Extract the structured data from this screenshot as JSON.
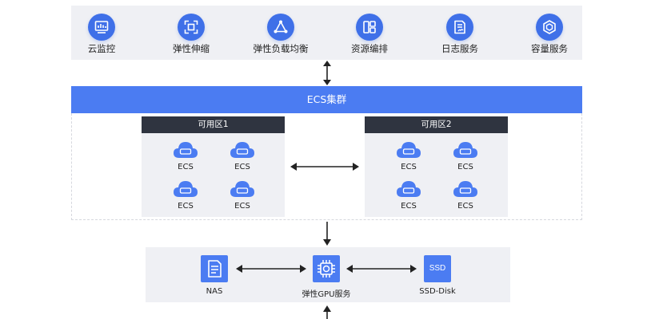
{
  "services": [
    {
      "label": "云监控",
      "icon": "monitor-chart-icon"
    },
    {
      "label": "弹性伸缩",
      "icon": "scale-expand-icon"
    },
    {
      "label": "弹性负载均衡",
      "icon": "load-balance-icon"
    },
    {
      "label": "资源编排",
      "icon": "resource-layout-icon"
    },
    {
      "label": "日志服务",
      "icon": "log-document-icon"
    },
    {
      "label": "容量服务",
      "icon": "capacity-cube-icon"
    }
  ],
  "cluster": {
    "title": "ECS集群"
  },
  "zones": [
    {
      "title": "可用区1",
      "instances": [
        "ECS",
        "ECS",
        "ECS",
        "ECS"
      ]
    },
    {
      "title": "可用区2",
      "instances": [
        "ECS",
        "ECS",
        "ECS",
        "ECS"
      ]
    }
  ],
  "storage": {
    "nas": {
      "label": "NAS",
      "icon": "document-icon"
    },
    "gpu": {
      "label": "弹性GPU服务",
      "icon": "gpu-chip-icon"
    },
    "ssd": {
      "label": "SSD-Disk",
      "icon_text": "SSD",
      "icon": "ssd-icon"
    }
  },
  "colors": {
    "accent": "#4b7cf2",
    "icon_blue": "#3f70e8",
    "zone_header": "#2f3440",
    "panel_bg": "#eff0f4"
  }
}
